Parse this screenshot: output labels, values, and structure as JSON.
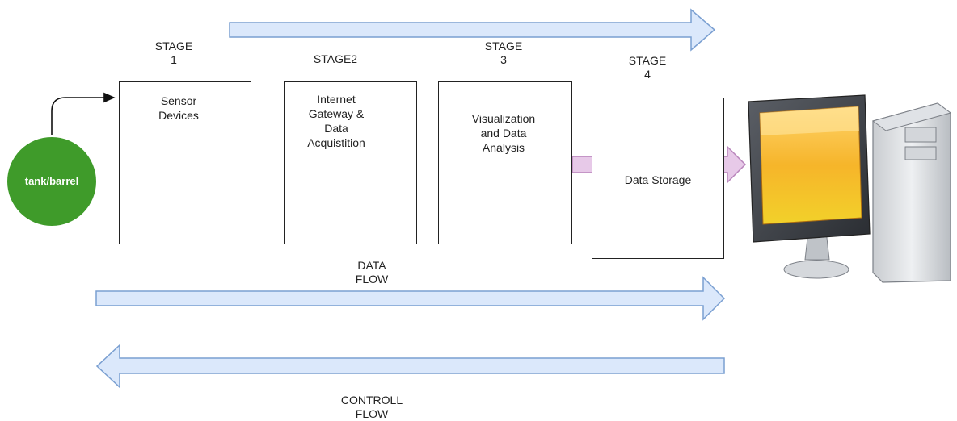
{
  "colors": {
    "arrow_fill": "#dbe8fb",
    "arrow_stroke": "#7a9fd1",
    "data_arrow_fill": "#e7c9e8",
    "data_arrow_stroke": "#b884bb",
    "source_node": "#3f9b2a",
    "box_border": "#222222"
  },
  "source": {
    "label": "tank/barrel"
  },
  "stages": [
    {
      "heading": "STAGE\n1",
      "text": "Sensor\nDevices"
    },
    {
      "heading": "STAGE2",
      "text": "Internet\nGateway &\nData\nAcquistition"
    },
    {
      "heading": "STAGE\n3",
      "text": "Visualization\nand Data\nAnalysis"
    },
    {
      "heading": "STAGE\n4",
      "text": "Data Storage"
    }
  ],
  "flows": {
    "data_label": "DATA\nFLOW",
    "control_label": "CONTROLL\nFLOW"
  },
  "icons": {
    "computer": "desktop-computer-icon"
  }
}
